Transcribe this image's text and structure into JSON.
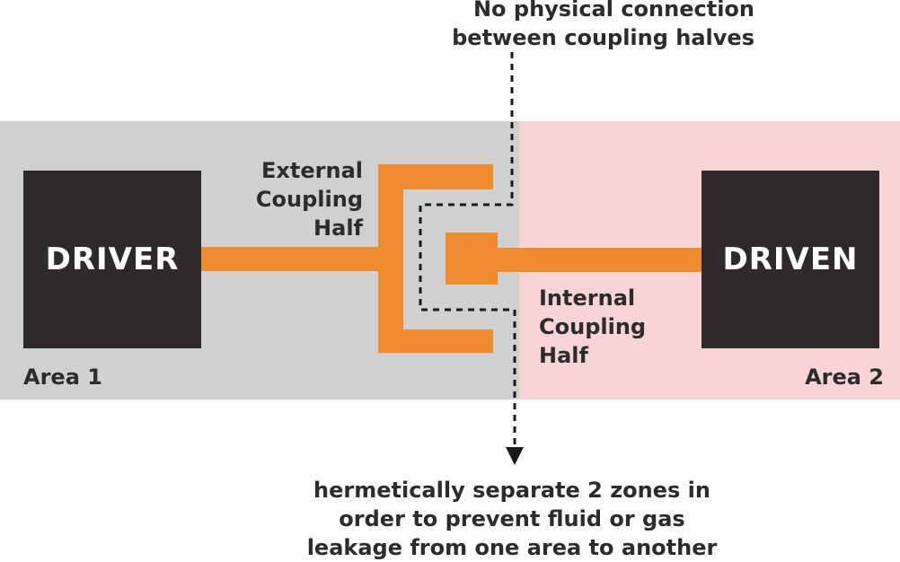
{
  "top_note": "No physical connection\nbetween coupling halves",
  "external_label": "External\nCoupling\nHalf",
  "internal_label": "Internal\nCoupling\nHalf",
  "driver_label": "DRIVER",
  "driven_label": "DRIVEN",
  "area1_label": "Area 1",
  "area2_label": "Area 2",
  "bottom_note": "hermetically separate 2 zones in\norder to prevent fluid or gas\nleakage from one area to another",
  "colors": {
    "area1": "#cfd0d2",
    "area2": "#f7d4d6",
    "box": "#2e2a2b",
    "coupling": "#f08a2e",
    "text": "#2c2c2c"
  }
}
